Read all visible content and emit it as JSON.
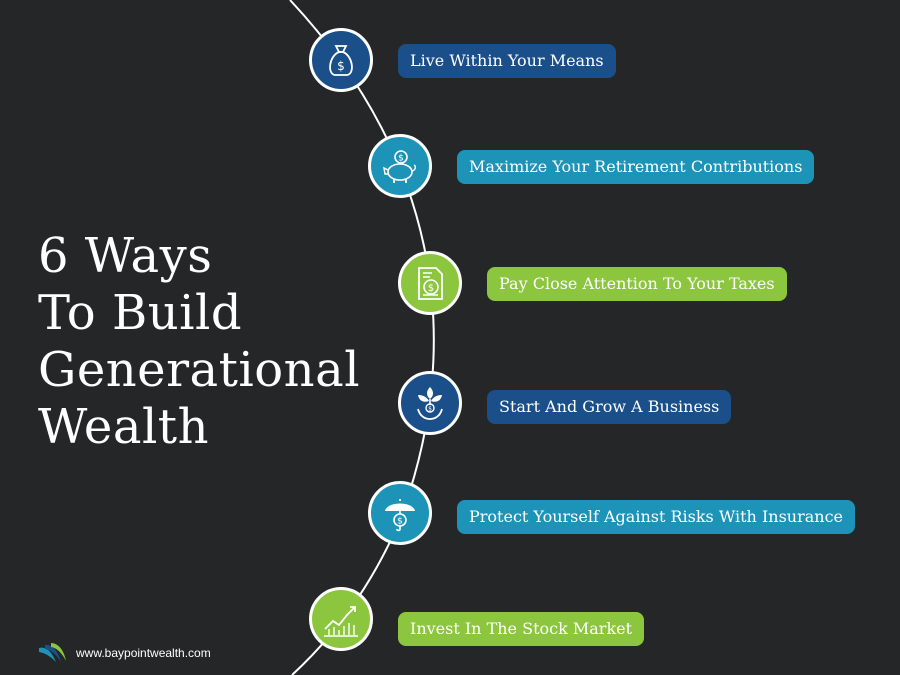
{
  "title": {
    "lines": [
      "6 Ways",
      "To Build",
      "Generational",
      "Wealth"
    ],
    "color": "#ffffff"
  },
  "colors": {
    "background": "#242628",
    "navy": "#1a4f8a",
    "teal": "#1e93b8",
    "green": "#8cc63f",
    "line": "#ffffff"
  },
  "steps": [
    {
      "label": "Live Within Your Means",
      "icon": "money-bag-icon",
      "color": "#1a4f8a"
    },
    {
      "label": "Maximize Your Retirement Contributions",
      "icon": "piggy-bank-icon",
      "color": "#1e93b8"
    },
    {
      "label": "Pay Close Attention To Your Taxes",
      "icon": "tax-document-icon",
      "color": "#8cc63f"
    },
    {
      "label": "Start And Grow A Business",
      "icon": "growing-plant-icon",
      "color": "#1a4f8a"
    },
    {
      "label": "Protect Yourself Against Risks With Insurance",
      "icon": "umbrella-dollar-icon",
      "color": "#1e93b8"
    },
    {
      "label": "Invest In The Stock Market",
      "icon": "stock-chart-icon",
      "color": "#8cc63f"
    }
  ],
  "footer": {
    "url": "www.baypointwealth.com",
    "logo_icon": "baypoint-logo-icon"
  }
}
